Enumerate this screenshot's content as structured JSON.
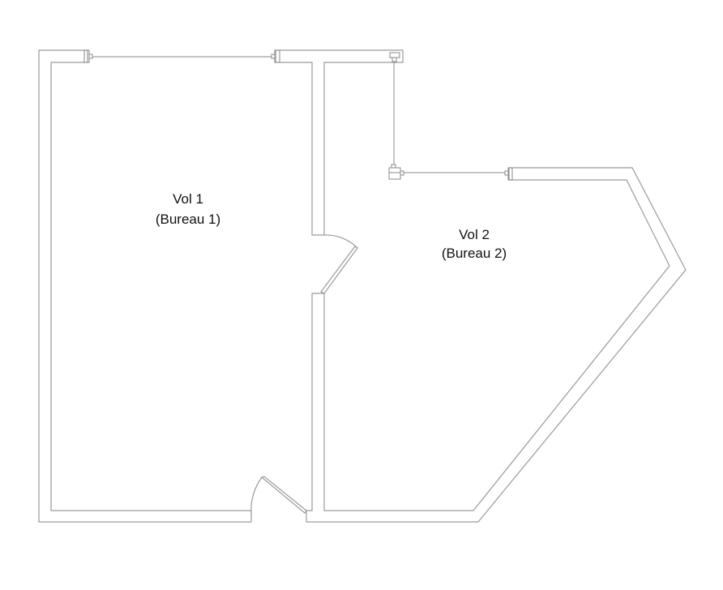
{
  "rooms": [
    {
      "name": "Vol 1",
      "subtitle": "(Bureau 1)"
    },
    {
      "name": "Vol 2",
      "subtitle": "(Bureau 2)"
    }
  ],
  "colors": {
    "wall": "#9a9a9a",
    "text": "#111111",
    "background": "#ffffff"
  }
}
